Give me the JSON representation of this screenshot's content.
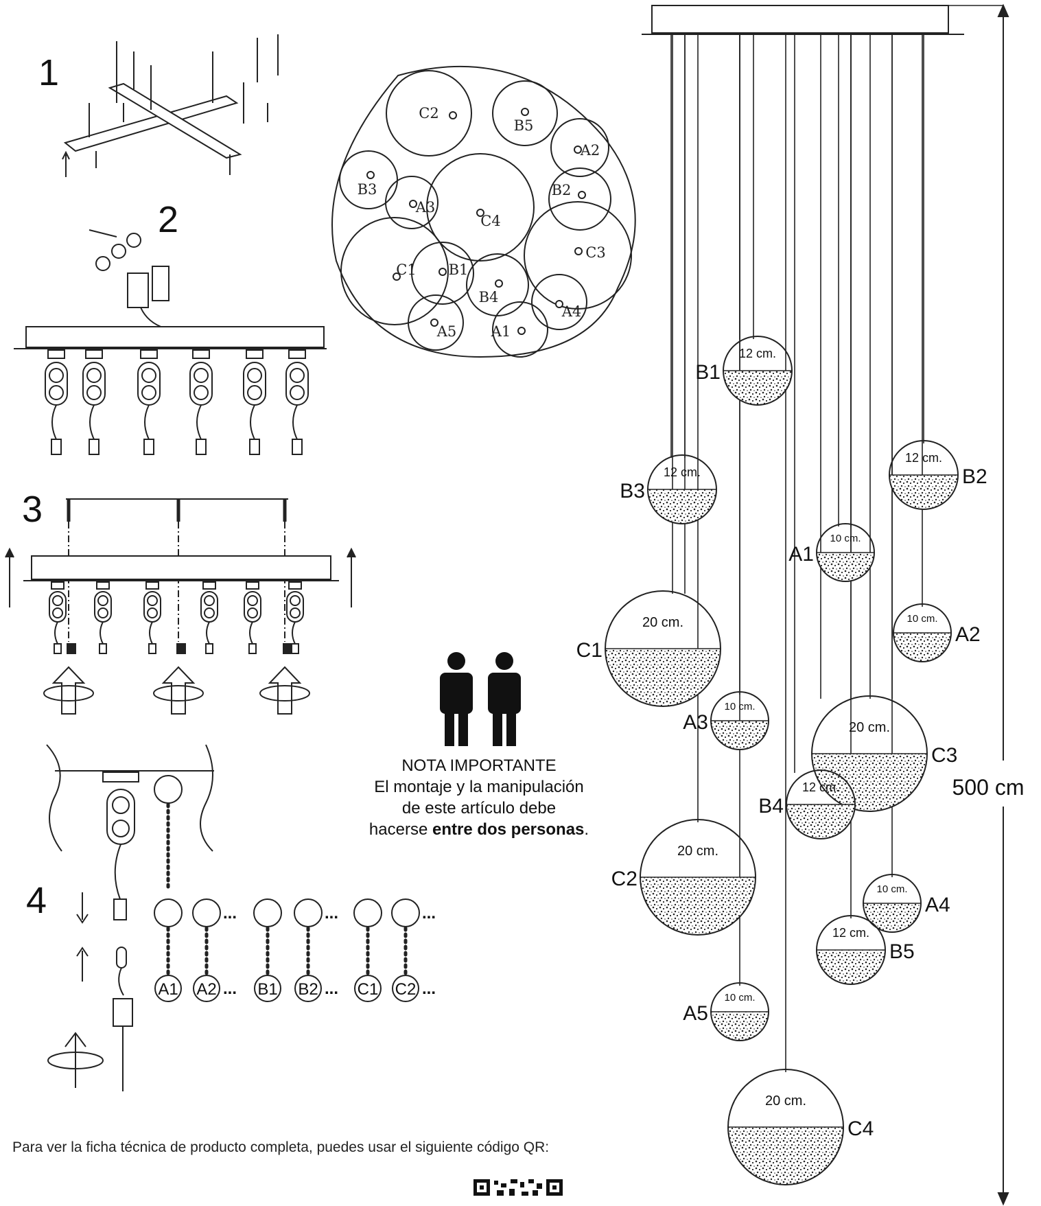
{
  "steps": [
    "1",
    "2",
    "3",
    "4"
  ],
  "layout_map": {
    "labels": [
      "C2",
      "B5",
      "A2",
      "B3",
      "A3",
      "B2",
      "C4",
      "C3",
      "C1",
      "B1",
      "B4",
      "A4",
      "A5",
      "A1"
    ]
  },
  "pendants": [
    {
      "id": "B1",
      "size": "12 cm."
    },
    {
      "id": "B3",
      "size": "12 cm."
    },
    {
      "id": "B2",
      "size": "12 cm."
    },
    {
      "id": "A1",
      "size": "10 cm."
    },
    {
      "id": "C1",
      "size": "20 cm."
    },
    {
      "id": "A2",
      "size": "10 cm."
    },
    {
      "id": "A3",
      "size": "10 cm."
    },
    {
      "id": "C3",
      "size": "20 cm."
    },
    {
      "id": "B4",
      "size": "12 cm."
    },
    {
      "id": "C2",
      "size": "20 cm."
    },
    {
      "id": "A4",
      "size": "10 cm."
    },
    {
      "id": "B5",
      "size": "12 cm."
    },
    {
      "id": "A5",
      "size": "10 cm."
    },
    {
      "id": "C4",
      "size": "20 cm."
    }
  ],
  "height_label": "500 cm",
  "note": {
    "title": "NOTA IMPORTANTE",
    "line1": "El montaje y la manipulación",
    "line2": "de este artículo debe",
    "line3_prefix": "hacerse ",
    "line3_bold": "entre dos personas",
    "line3_suffix": "."
  },
  "step4_labels": {
    "a1": "A1",
    "a2": "A2",
    "b1": "B1",
    "b2": "B2",
    "c1": "C1",
    "c2": "C2",
    "ellipsis": "..."
  },
  "footer": "Para ver la ficha técnica de producto completa, puedes usar el siguiente código QR:"
}
